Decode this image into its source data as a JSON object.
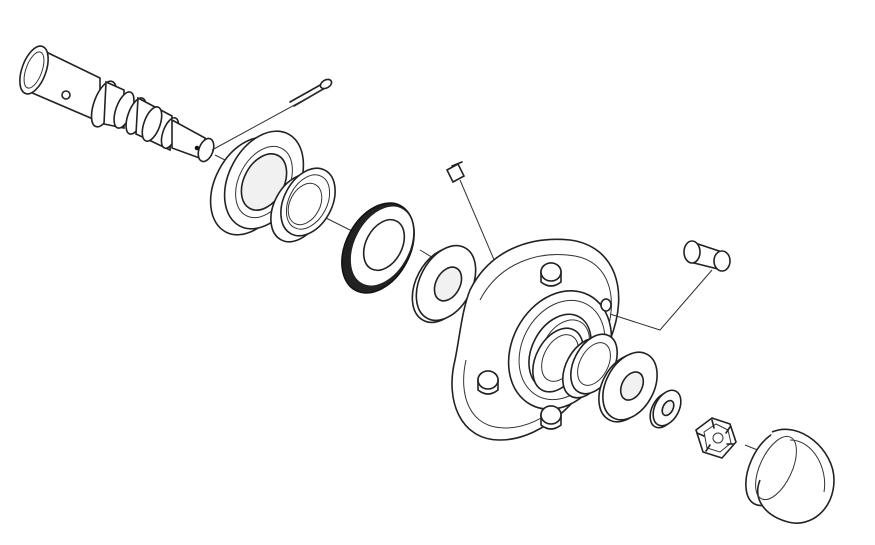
{
  "figure": {
    "parts": [
      {
        "id": "spindle",
        "icon": "axle-spindle"
      },
      {
        "id": "cotter-pin",
        "icon": "cotter-pin"
      },
      {
        "id": "inner-bearing-race",
        "icon": "bearing-race"
      },
      {
        "id": "inner-bearing-cone",
        "icon": "tapered-bearing"
      },
      {
        "id": "grease-seal",
        "icon": "seal-ring"
      },
      {
        "id": "inner-washer",
        "icon": "flat-washer"
      },
      {
        "id": "grease-fitting",
        "icon": "grease-zerk"
      },
      {
        "id": "hub",
        "icon": "wheel-hub"
      },
      {
        "id": "wheel-stud",
        "icon": "wheel-stud"
      },
      {
        "id": "outer-bearing-race",
        "icon": "bearing-race"
      },
      {
        "id": "outer-bearing-cone",
        "icon": "tapered-bearing"
      },
      {
        "id": "thrust-washer",
        "icon": "flat-washer"
      },
      {
        "id": "spindle-washer",
        "icon": "flat-washer"
      },
      {
        "id": "castle-nut",
        "icon": "castle-nut"
      },
      {
        "id": "dust-cap",
        "icon": "dust-cap"
      }
    ]
  }
}
